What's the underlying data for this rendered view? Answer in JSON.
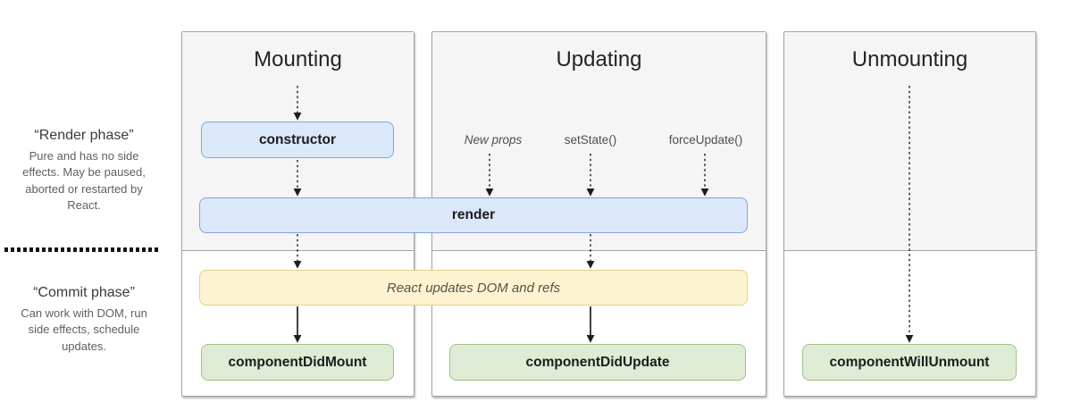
{
  "left_panel": {
    "render_phase": {
      "title": "“Render phase”",
      "description": "Pure and has no side effects. May be paused, aborted or restarted by React."
    },
    "commit_phase": {
      "title": "“Commit phase”",
      "description": "Can work with DOM, run side effects, schedule updates."
    }
  },
  "columns": {
    "mounting": {
      "title": "Mounting",
      "constructor_label": "constructor",
      "did_mount_label": "componentDidMount"
    },
    "updating": {
      "title": "Updating",
      "triggers": {
        "new_props": "New props",
        "set_state": "setState()",
        "force_update": "forceUpdate()"
      },
      "did_update_label": "componentDidUpdate"
    },
    "unmounting": {
      "title": "Unmounting",
      "will_unmount_label": "componentWillUnmount"
    }
  },
  "shared_nodes": {
    "render_label": "render",
    "react_updates_label": "React updates DOM and refs"
  },
  "colors": {
    "blue_fill": "#dbe8fa",
    "blue_border": "#7ea6dc",
    "yellow_fill": "#fdf3d1",
    "yellow_border": "#e8cd8a",
    "green_fill": "#dfecd5",
    "green_border": "#a2c089",
    "column_fill_top": "#f5f5f5",
    "column_border": "#a3a3a3",
    "arrow_color": "#1c1c1c"
  }
}
